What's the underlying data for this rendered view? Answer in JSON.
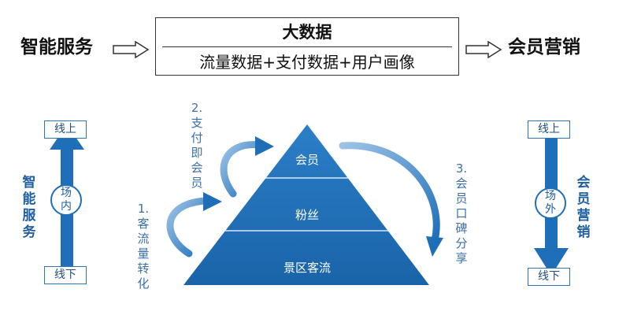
{
  "header": {
    "left_label": "智能服务",
    "center_title": "大数据",
    "center_subtitle": "流量数据+支付数据+用户画像",
    "right_label": "会员营销"
  },
  "pyramid": {
    "top": "会员",
    "middle": "粉丝",
    "bottom": "景区客流"
  },
  "steps": [
    {
      "number": "1.",
      "chars": [
        "客",
        "流",
        "量",
        "转",
        "化"
      ]
    },
    {
      "number": "2.",
      "chars": [
        "支",
        "付",
        "即",
        "会",
        "员"
      ]
    },
    {
      "number": "3.",
      "chars": [
        "会",
        "员",
        "口",
        "碑",
        "分",
        "享"
      ]
    }
  ],
  "left_panel": {
    "top_box": "线上",
    "bottom_box": "线下",
    "circle": [
      "场",
      "内"
    ],
    "side_title": [
      "智",
      "能",
      "服",
      "务"
    ]
  },
  "right_panel": {
    "top_box": "线上",
    "bottom_box": "线下",
    "circle": [
      "场",
      "外"
    ],
    "side_title": [
      "会",
      "员",
      "营",
      "销"
    ]
  },
  "colors": {
    "pyramid_blue": "#1f6fb8",
    "arrow_blue": "#1f6fb8",
    "step_text": "#3a6fa8"
  }
}
